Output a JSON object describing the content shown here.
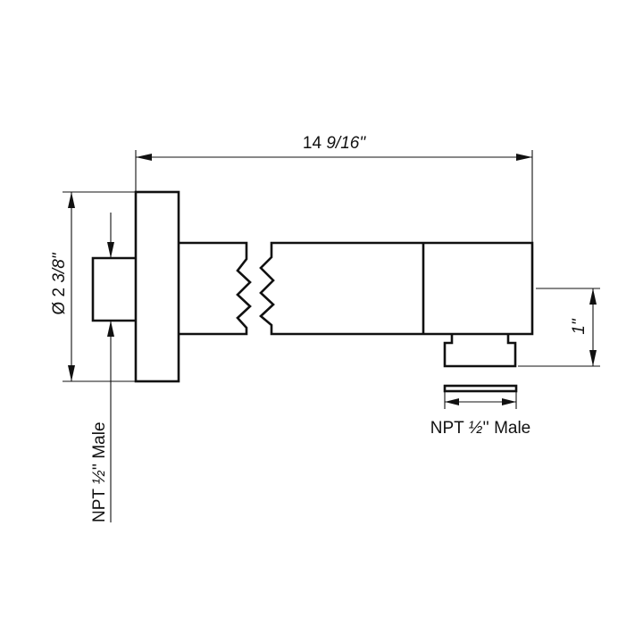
{
  "dimensions": {
    "overall_length": {
      "whole": "14",
      "fraction": "9/16\""
    },
    "flange_diameter": {
      "whole": "Ø 2",
      "fraction": "3/8\""
    },
    "outlet_offset": "1\""
  },
  "connections": {
    "inlet": {
      "prefix": "NPT ",
      "fraction": "½",
      "suffix": "'' Male"
    },
    "outlet": {
      "prefix": "NPT ",
      "fraction": "½",
      "suffix": "'' Male"
    }
  },
  "colors": {
    "line": "#111111",
    "background": "#ffffff"
  }
}
